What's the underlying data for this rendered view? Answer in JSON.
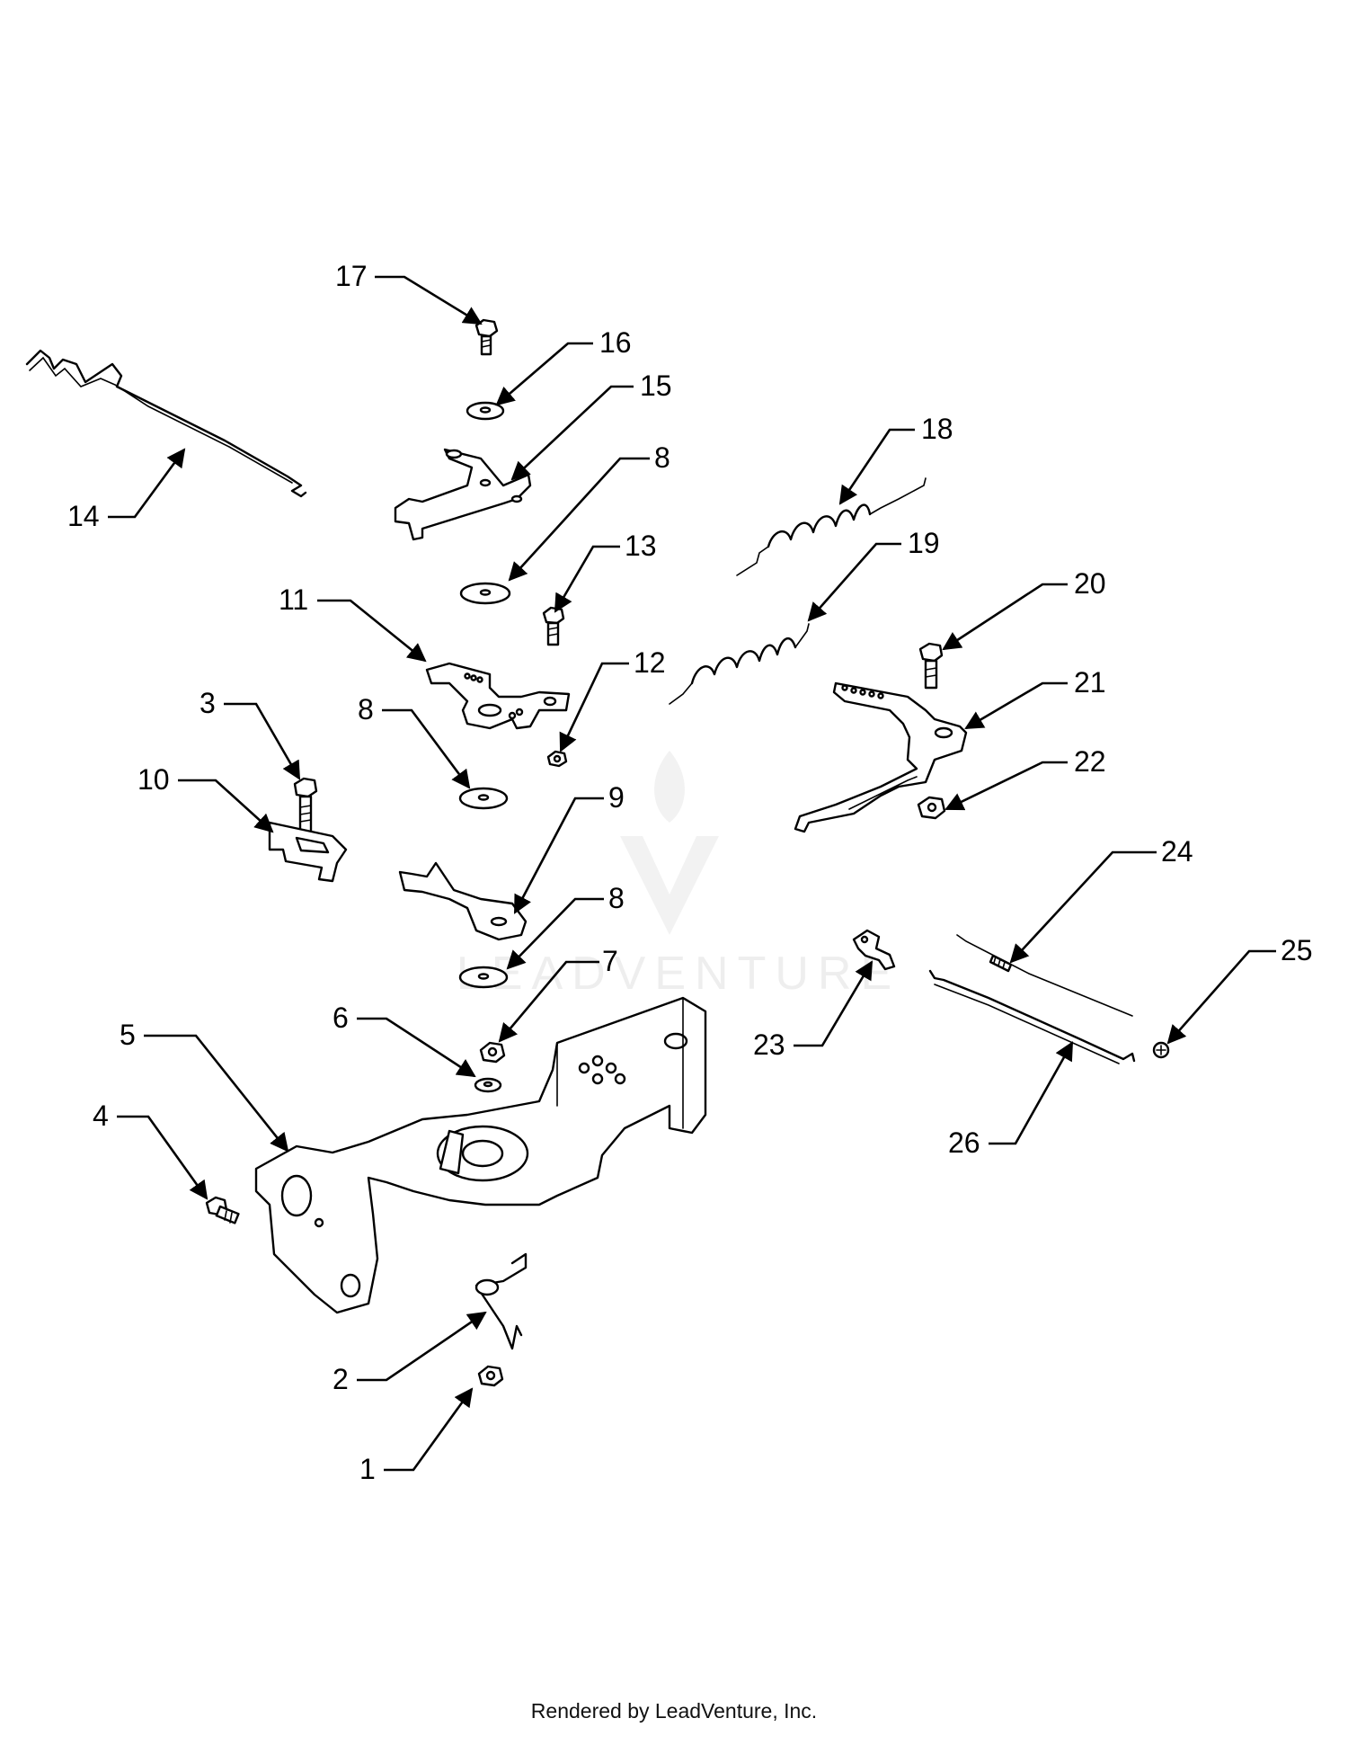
{
  "callouts": [
    "1",
    "2",
    "3",
    "4",
    "5",
    "6",
    "7",
    "8",
    "9",
    "10",
    "11",
    "12",
    "13",
    "14",
    "15",
    "16",
    "17",
    "18",
    "19",
    "20",
    "21",
    "22",
    "23",
    "24",
    "25",
    "26"
  ],
  "watermark": "LEADVENTURE",
  "footer": "Rendered by LeadVenture, Inc."
}
